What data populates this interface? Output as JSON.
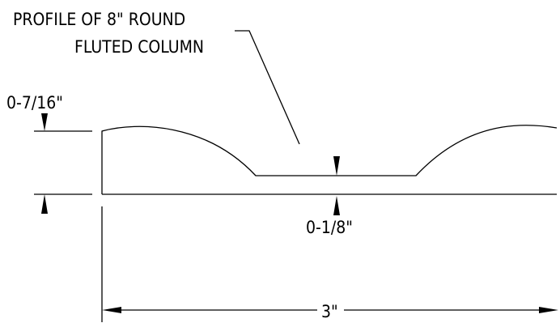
{
  "title": {
    "line1": "PROFILE OF 8\" ROUND",
    "line2": "FLUTED COLUMN"
  },
  "dimensions": {
    "flute_depth": "0-7/16\"",
    "fillet_depth": "0-1/8\"",
    "width": "3\""
  },
  "colors": {
    "ink": "#000000",
    "paper": "#ffffff"
  }
}
